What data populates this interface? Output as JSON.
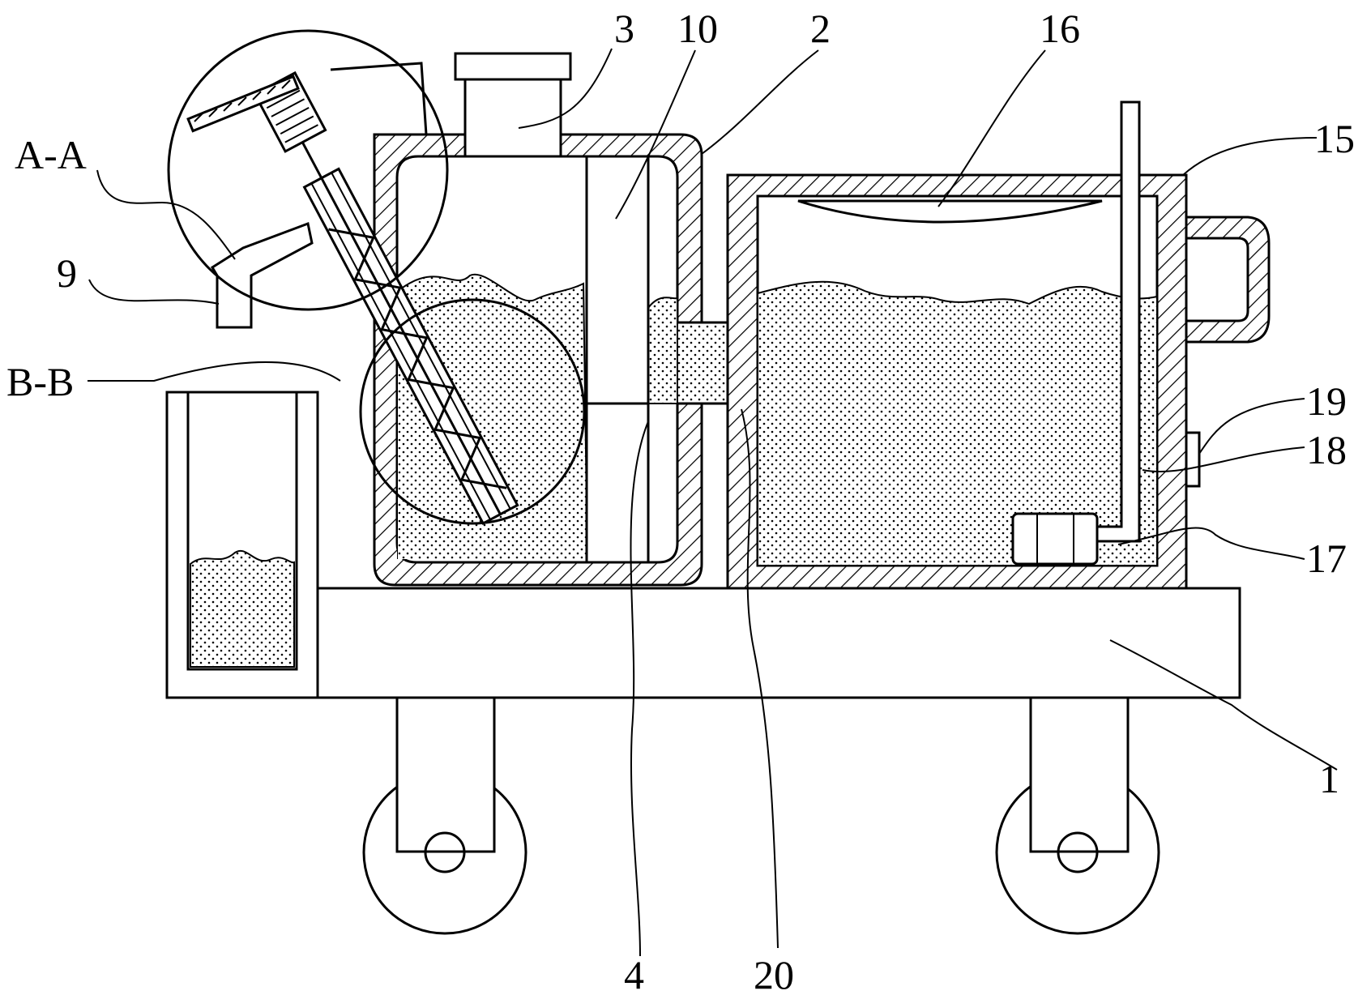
{
  "figure": {
    "labels": [
      {
        "id": "l-3",
        "text": "3"
      },
      {
        "id": "l-10",
        "text": "10"
      },
      {
        "id": "l-2",
        "text": "2"
      },
      {
        "id": "l-16",
        "text": "16"
      },
      {
        "id": "l-15",
        "text": "15"
      },
      {
        "id": "l-AA",
        "text": "A-A"
      },
      {
        "id": "l-9",
        "text": "9"
      },
      {
        "id": "l-BB",
        "text": "B-B"
      },
      {
        "id": "l-19",
        "text": "19"
      },
      {
        "id": "l-18",
        "text": "18"
      },
      {
        "id": "l-17",
        "text": "17"
      },
      {
        "id": "l-1",
        "text": "1"
      },
      {
        "id": "l-4",
        "text": "4"
      },
      {
        "id": "l-20",
        "text": "20"
      }
    ]
  }
}
